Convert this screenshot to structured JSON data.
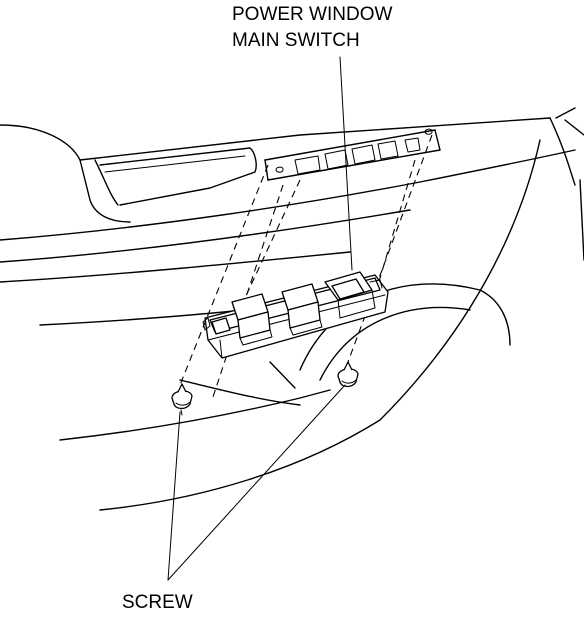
{
  "labels": {
    "switch_line1": "POWER WINDOW",
    "switch_line2": "MAIN SWITCH",
    "screw": "SCREW"
  }
}
